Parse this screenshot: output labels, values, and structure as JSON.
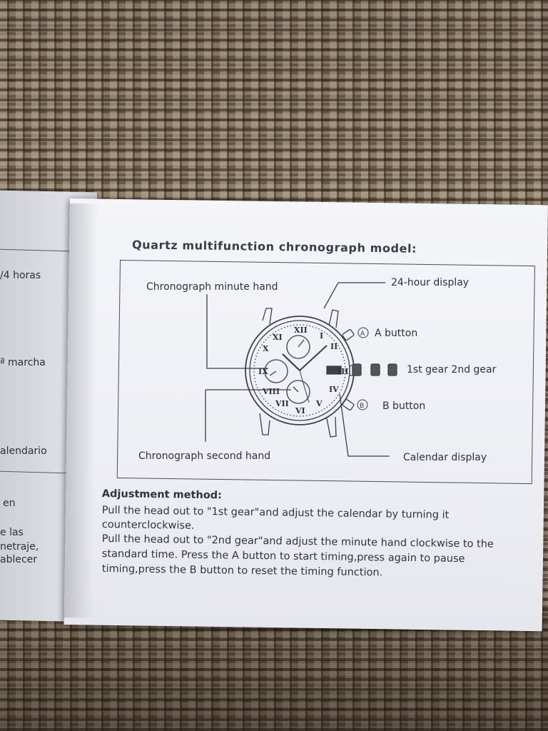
{
  "left_page": {
    "lines": [
      "/4 horas",
      "ª marcha",
      "alendario",
      "en",
      "e las",
      "netraje,",
      "ablecer"
    ]
  },
  "manual": {
    "title": "Quartz multifunction chronograph model:",
    "labels": {
      "chrono_minute": "Chronograph minute hand",
      "display_24h": "24-hour display",
      "a_button": "A button",
      "a_circle": "A",
      "gear": "1st gear 2nd gear",
      "b_button": "B button",
      "b_circle": "B",
      "chrono_second": "Chronograph second hand",
      "calendar": "Calendar display"
    },
    "adjustment": {
      "heading": "Adjustment method:",
      "line1": "Pull the head out to \"1st gear\"and adjust the calendar by turning it",
      "line2": "counterclockwise.",
      "line3": "Pull the head out to \"2nd gear\"and adjust the minute hand clockwise to the",
      "line4": "standard time. Press  the  A    button  to  start  timing,press  again  to  pause",
      "line5": "timing,press   the   B   button  to    reset the timing function."
    }
  },
  "colors": {
    "paper": "#f0f1f5",
    "ink": "#30333b",
    "fabric": "#6e5f4d"
  }
}
